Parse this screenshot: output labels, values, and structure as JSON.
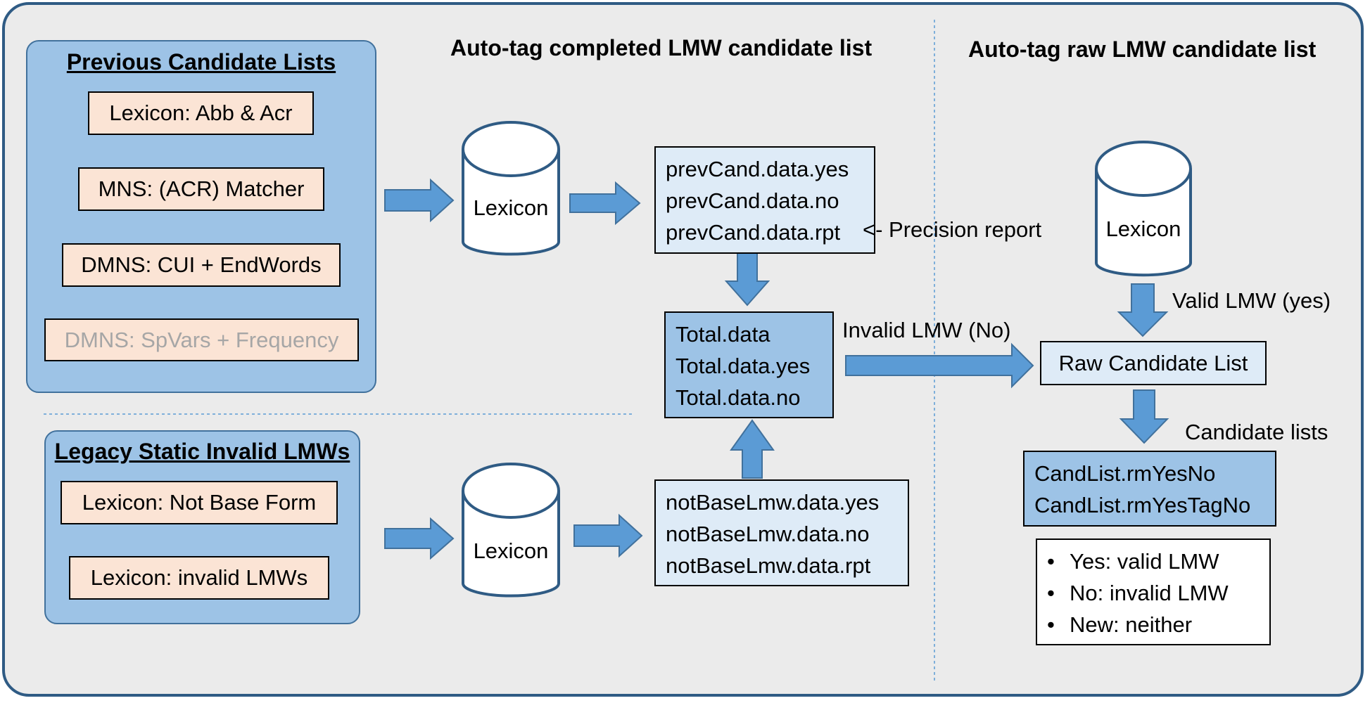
{
  "sections": {
    "completed_title": "Auto-tag completed LMW candidate list",
    "raw_title": "Auto-tag raw LMW candidate list"
  },
  "previous_lists": {
    "title": "Previous Candidate Lists",
    "steps": [
      "Lexicon: Abb & Acr",
      "MNS: (ACR) Matcher",
      "DMNS: CUI + EndWords",
      "DMNS: SpVars + Frequency"
    ]
  },
  "legacy": {
    "title": "Legacy Static Invalid LMWs",
    "steps": [
      "Lexicon: Not Base Form",
      "Lexicon: invalid LMWs"
    ]
  },
  "cylinders": {
    "top": "Lexicon",
    "bottom": "Lexicon",
    "right": "Lexicon"
  },
  "prev_cand": [
    "prevCand.data.yes",
    "prevCand.data.no",
    "prevCand.data.rpt"
  ],
  "precision_report": "<- Precision report",
  "total": [
    "Total.data",
    "Total.data.yes",
    "Total.data.no"
  ],
  "not_base": [
    "notBaseLmw.data.yes",
    "notBaseLmw.data.no",
    "notBaseLmw.data.rpt"
  ],
  "invalid_label": "Invalid LMW (No)",
  "valid_label": "Valid LMW (yes)",
  "raw_candidate_list": "Raw Candidate List",
  "candidate_lists_label": "Candidate lists",
  "cand_list": [
    "CandList.rmYesNo",
    "CandList.rmYesTagNo"
  ],
  "legend": {
    "bullet": "•",
    "items": [
      "Yes: valid LMW",
      "No: invalid LMW",
      "New: neither"
    ]
  },
  "colors": {
    "frame_border": "#2f5b84",
    "background": "#ebebeb",
    "group_fill": "#9dc3e6",
    "peach_fill": "#fbe4d5",
    "light_fill": "#deebf7",
    "arrow_fill": "#5b9bd5"
  }
}
